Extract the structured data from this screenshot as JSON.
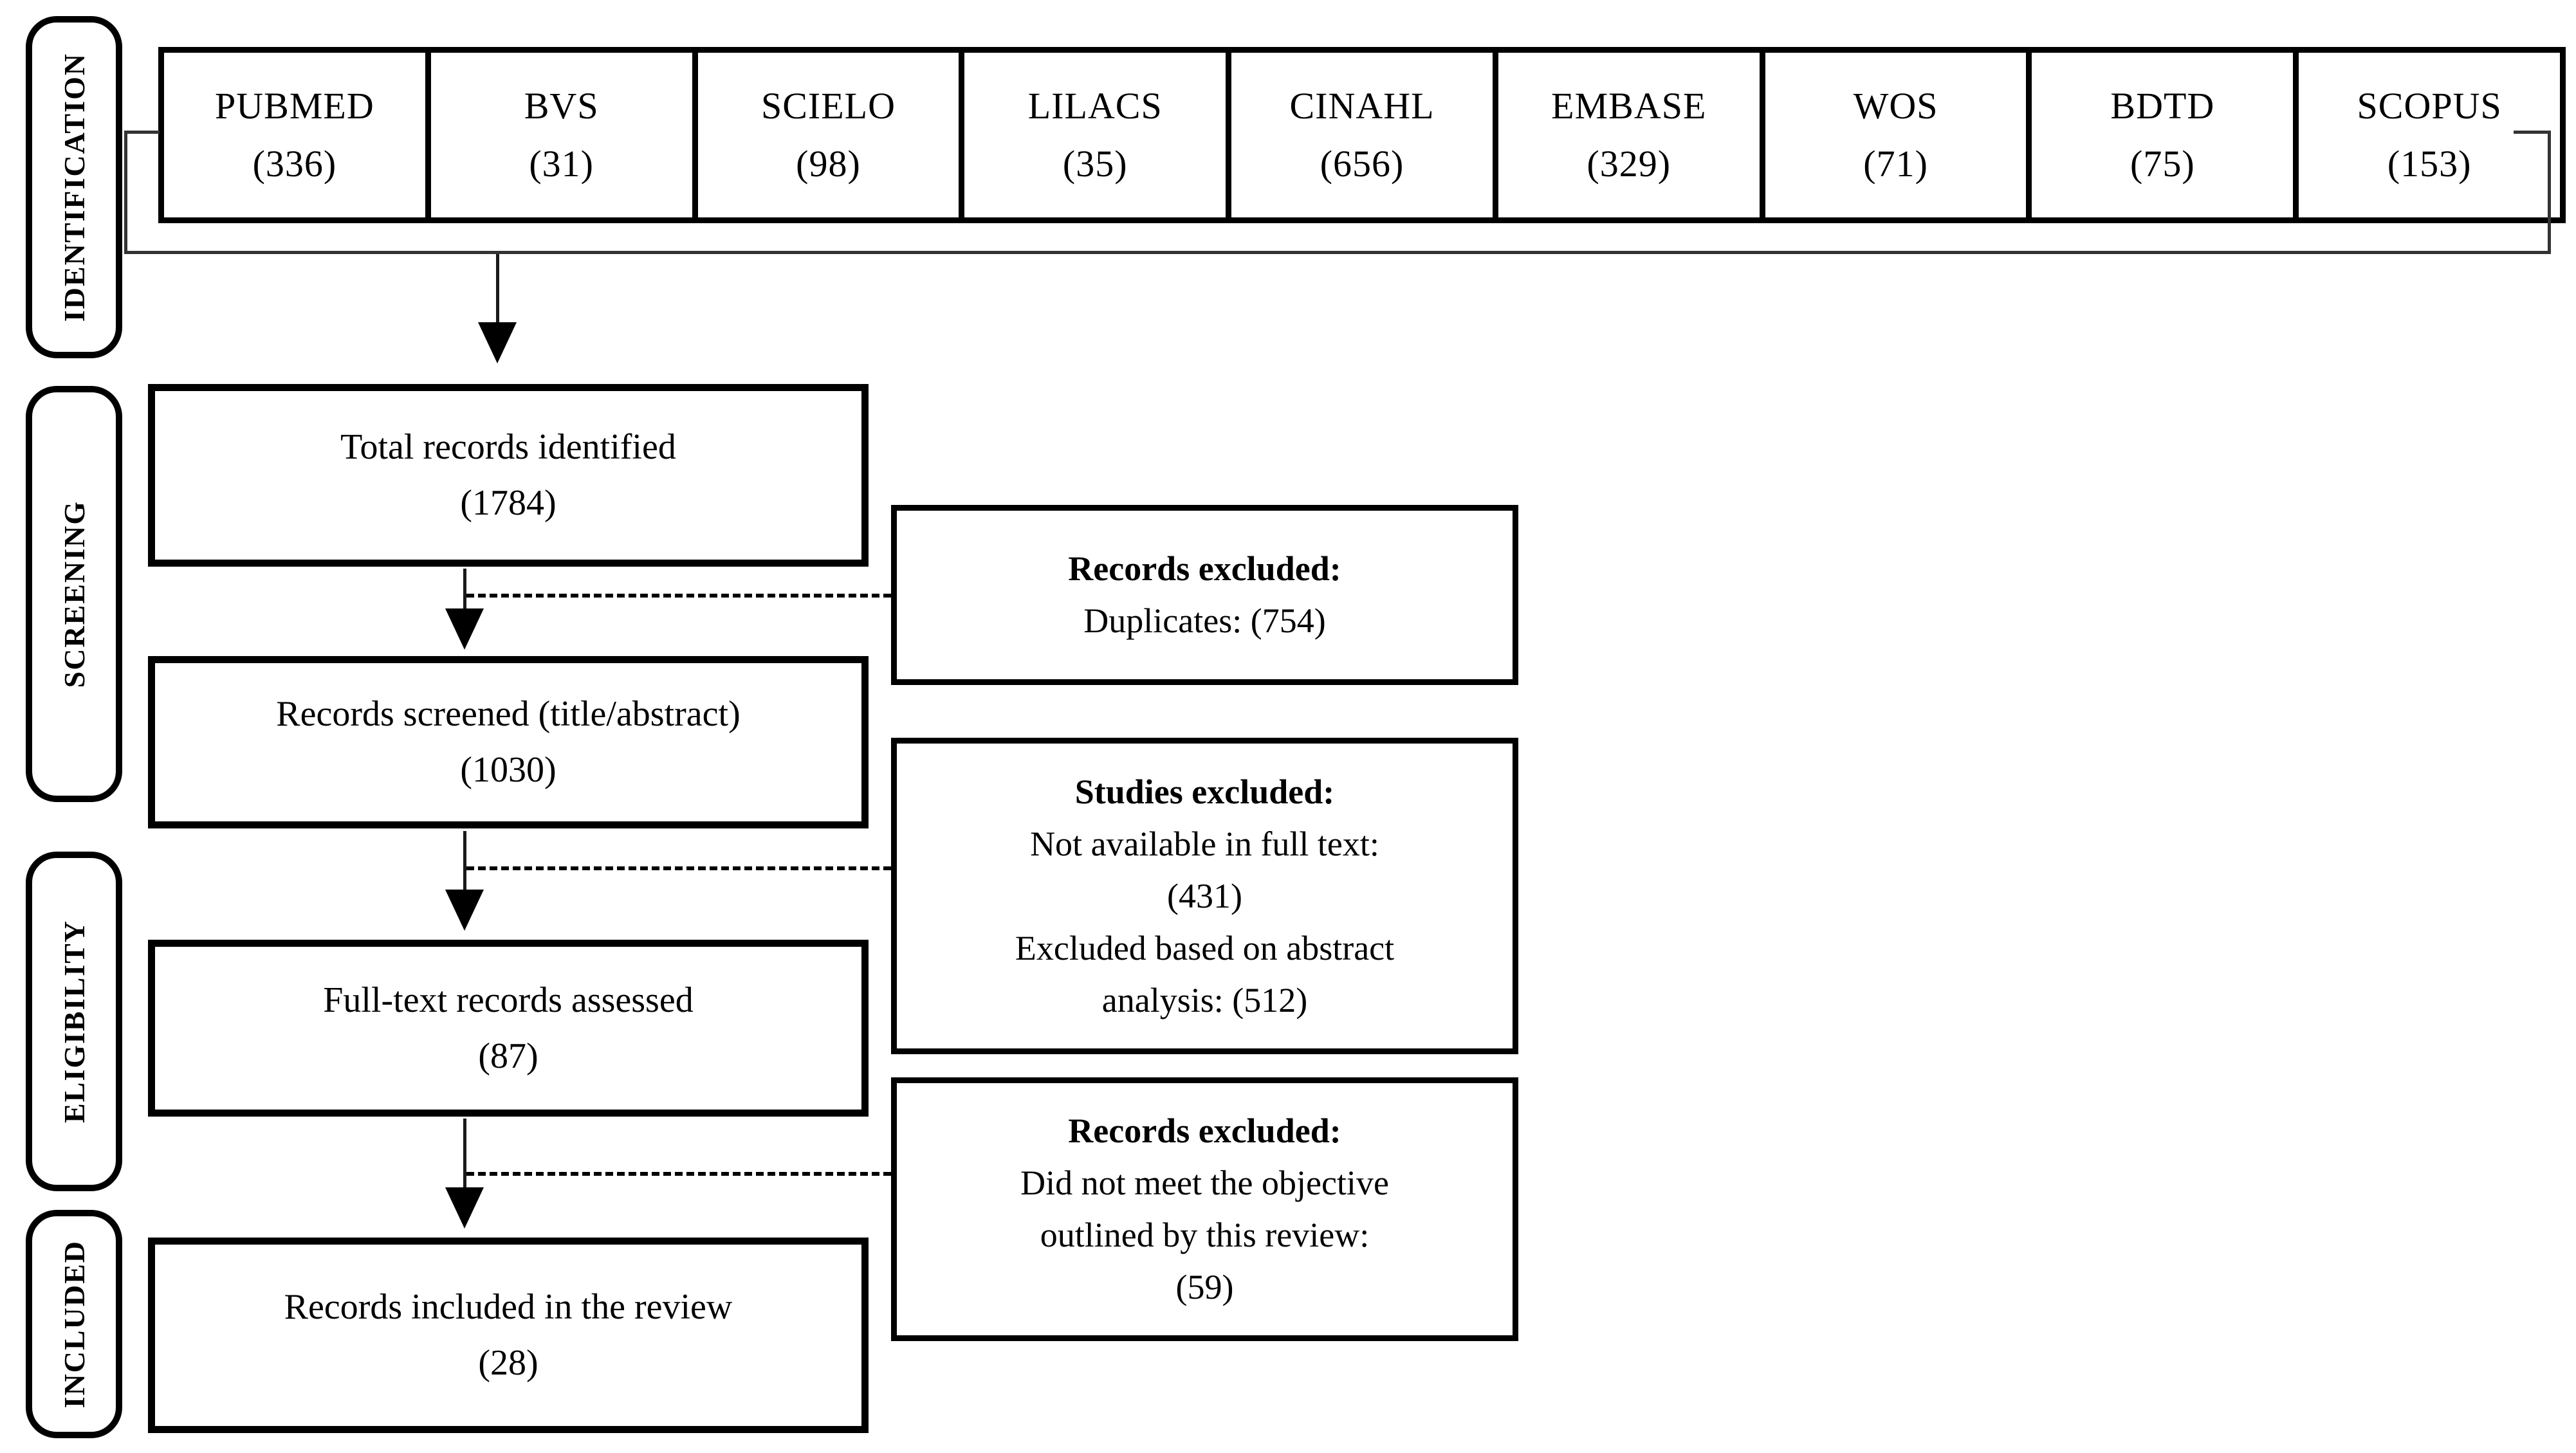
{
  "stages": {
    "identification": "IDENTIFICATION",
    "screening": "SCREENING",
    "eligibility": "ELIGIBILITY",
    "included": "INCLUDED"
  },
  "databases": [
    {
      "name": "PUBMED",
      "count": "(336)"
    },
    {
      "name": "BVS",
      "count": "(31)"
    },
    {
      "name": "SCIELO",
      "count": "(98)"
    },
    {
      "name": "LILACS",
      "count": "(35)"
    },
    {
      "name": "CINAHL",
      "count": "(656)"
    },
    {
      "name": "EMBASE",
      "count": "(329)"
    },
    {
      "name": "WOS",
      "count": "(71)"
    },
    {
      "name": "BDTD",
      "count": "(75)"
    },
    {
      "name": "SCOPUS",
      "count": "(153)"
    }
  ],
  "flow": {
    "total": {
      "line1": "Total records identified",
      "line2": "(1784)"
    },
    "screened": {
      "line1": "Records screened (title/abstract)",
      "line2": "(1030)"
    },
    "fulltext": {
      "line1": "Full-text records assessed",
      "line2": "(87)"
    },
    "included": {
      "line1": "Records included in the review",
      "line2": "(28)"
    }
  },
  "exclusions": [
    {
      "title": "Records excluded:",
      "lines": [
        "Duplicates: (754)"
      ]
    },
    {
      "title": "Studies excluded:",
      "lines": [
        "Not available in full text:",
        "(431)",
        "Excluded based on abstract",
        "analysis: (512)"
      ]
    },
    {
      "title": "Records excluded:",
      "lines": [
        "Did not meet the objective",
        "outlined by this review:",
        "(59)"
      ]
    }
  ],
  "colors": {
    "box_border": "#000000",
    "text": "#000000",
    "connector_line": "#333333",
    "background": "#ffffff"
  }
}
